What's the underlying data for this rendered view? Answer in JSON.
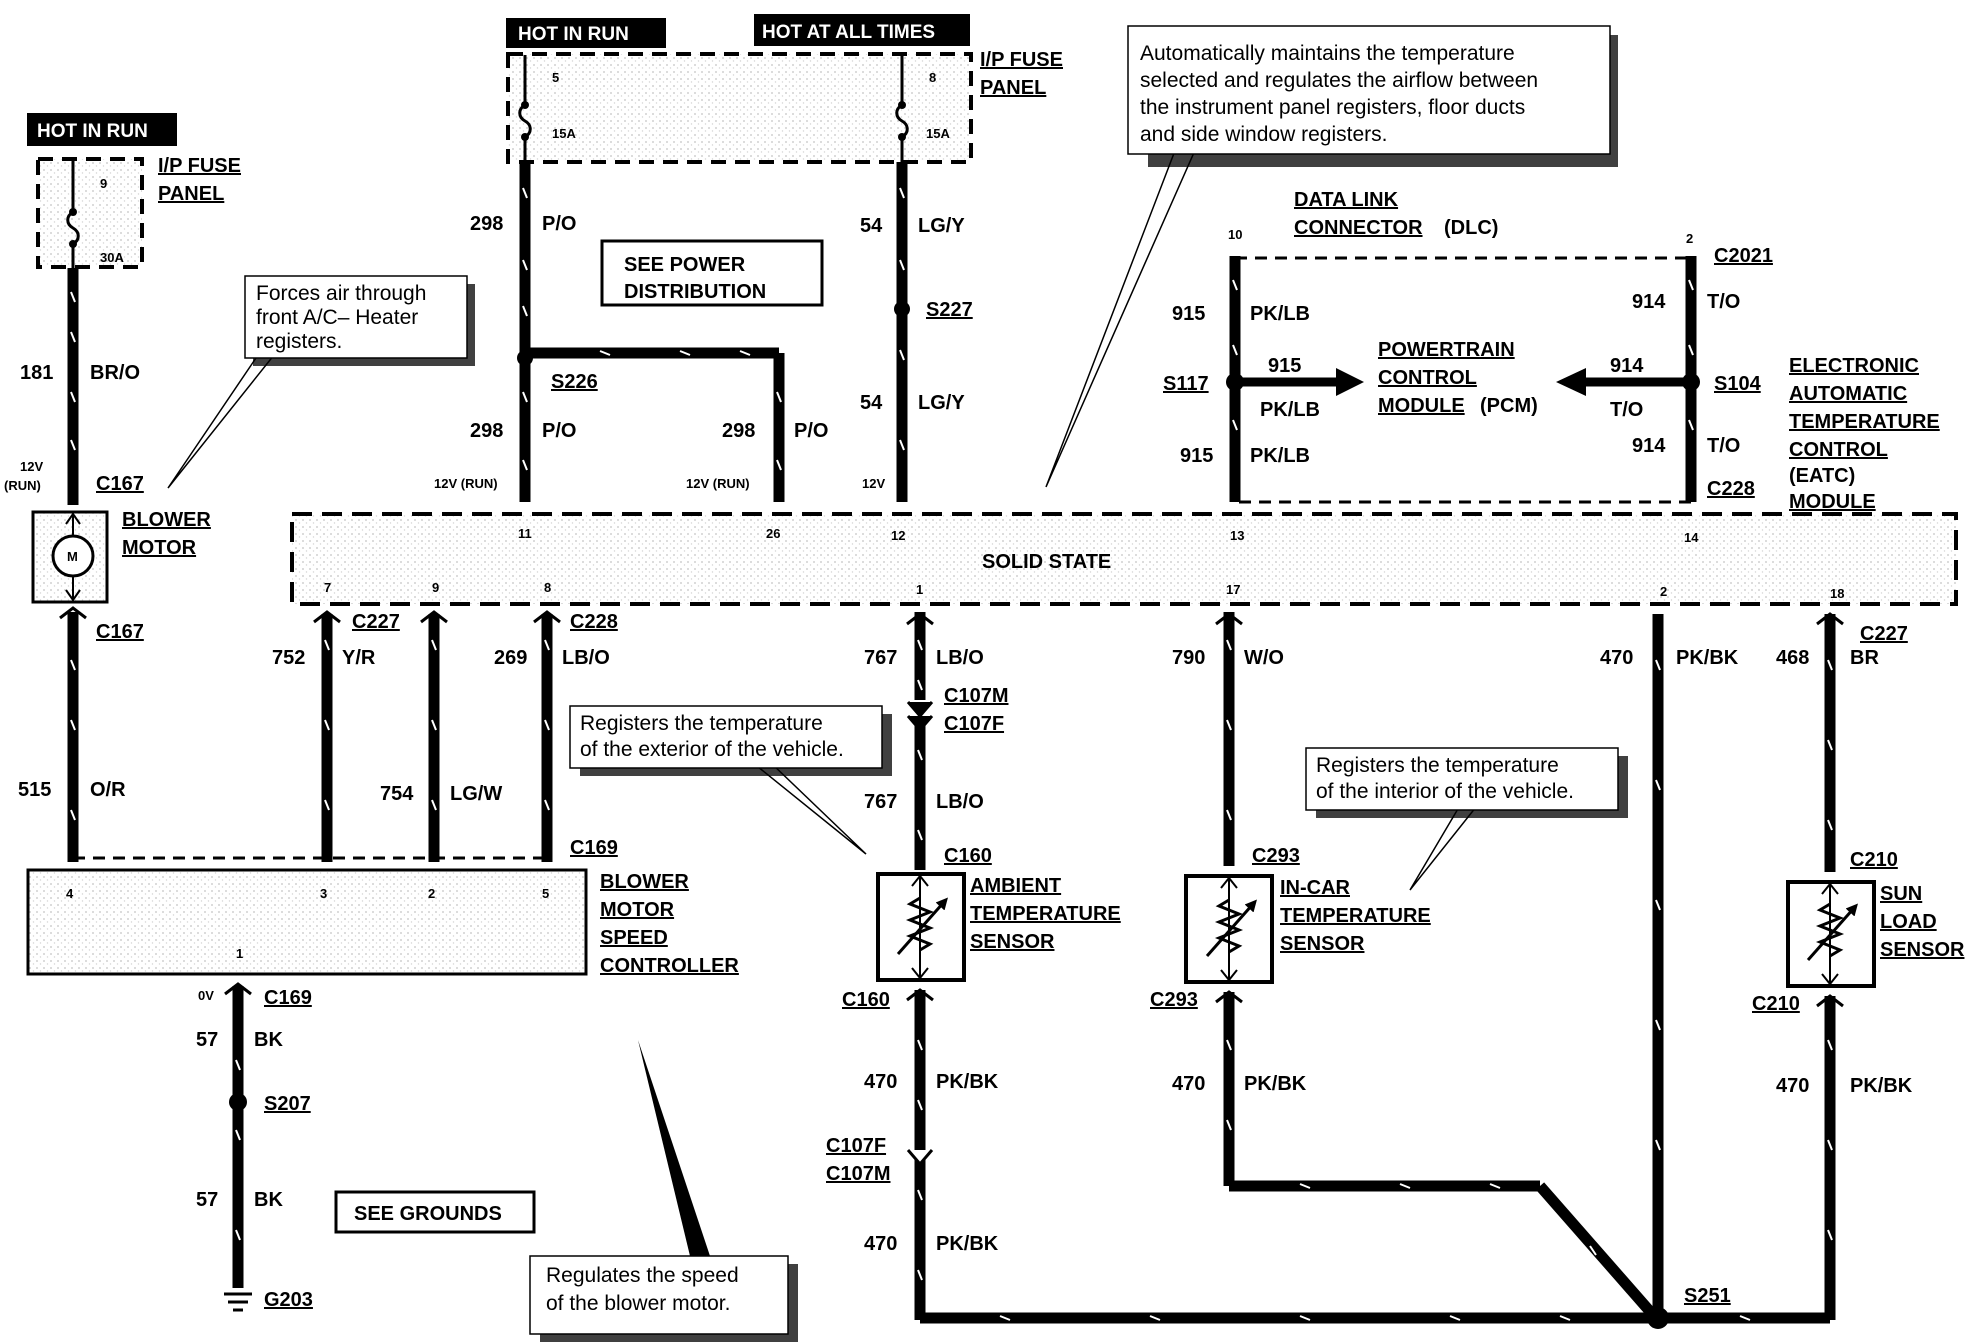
{
  "labels": {
    "hot_in_run_1": "HOT IN RUN",
    "hot_in_run_2": "HOT IN RUN",
    "hot_at_all_times": "HOT AT ALL TIMES",
    "ip_fuse_panel_1": "I/P FUSE",
    "ip_fuse_panel_1b": "PANEL",
    "ip_fuse_panel_2": "I/P FUSE",
    "ip_fuse_panel_2b": "PANEL",
    "see_power_1": "SEE POWER",
    "see_power_2": "DISTRIBUTION",
    "see_grounds": "SEE GROUNDS",
    "solid_state": "SOLID STATE",
    "dlc_1": "DATA LINK",
    "dlc_2": "CONNECTOR",
    "dlc_3": "(DLC)",
    "pcm_1": "POWERTRAIN",
    "pcm_2": "CONTROL",
    "pcm_3": "MODULE",
    "pcm_4": "(PCM)",
    "eatc_1": "ELECTRONIC",
    "eatc_2": "AUTOMATIC",
    "eatc_3": "TEMPERATURE",
    "eatc_4": "CONTROL",
    "eatc_5": "(EATC)",
    "eatc_6": "MODULE",
    "blower_motor_1": "BLOWER",
    "blower_motor_2": "MOTOR",
    "bmsc_1": "BLOWER",
    "bmsc_2": "MOTOR",
    "bmsc_3": "SPEED",
    "bmsc_4": "CONTROLLER",
    "ambient_1": "AMBIENT",
    "ambient_2": "TEMPERATURE",
    "ambient_3": "SENSOR",
    "incar_1": "IN-CAR",
    "incar_2": "TEMPERATURE",
    "incar_3": "SENSOR",
    "sunload_1": "SUN",
    "sunload_2": "LOAD",
    "sunload_3": "SENSOR",
    "motor_symbol": "M"
  },
  "callouts": {
    "top_1": "Automatically maintains the temperature",
    "top_2": "selected and regulates the airflow between",
    "top_3": "the instrument panel registers, floor ducts",
    "top_4": "and side window registers.",
    "blower_1": "Forces air through",
    "blower_2": "front A/C– Heater",
    "blower_3": "registers.",
    "ext_1": "Registers the temperature",
    "ext_2": "of the exterior of the vehicle.",
    "int_1": "Registers the temperature",
    "int_2": "of the interior of the vehicle.",
    "speed_1": "Regulates the speed",
    "speed_2": "of the blower motor."
  },
  "fuses": {
    "f9": "9",
    "f9_amps": "30A",
    "f5": "5",
    "f5_amps": "15A",
    "f8": "8",
    "f8_amps": "15A"
  },
  "connectors": {
    "c167a": "C167",
    "c167b": "C167",
    "c227a": "C227",
    "c227b": "C227",
    "c228a": "C228",
    "c228b": "C228",
    "c169a": "C169",
    "c169b": "C169",
    "c2021": "C2021",
    "c107m_1": "C107M",
    "c107f_1": "C107F",
    "c107f_2": "C107F",
    "c107m_2": "C107M",
    "c160a": "C160",
    "c160b": "C160",
    "c293a": "C293",
    "c293b": "C293",
    "c210a": "C210",
    "c210b": "C210"
  },
  "splices": {
    "s226": "S226",
    "s227": "S227",
    "s117": "S117",
    "s104": "S104",
    "s207": "S207",
    "s251": "S251",
    "g203": "G203"
  },
  "circuits": {
    "c181": "181",
    "c181_col": "BR/O",
    "c298a": "298",
    "c298a_col": "P/O",
    "c298b": "298",
    "c298b_col": "P/O",
    "c298c": "298",
    "c298c_col": "P/O",
    "c54a": "54",
    "c54a_col": "LG/Y",
    "c54b": "54",
    "c54b_col": "LG/Y",
    "c915a": "915",
    "c915a_col": "PK/LB",
    "c915b": "915",
    "c915b_col": "PK/LB",
    "c915c": "915",
    "c915c_col": "PK/LB",
    "c914a": "914",
    "c914a_col": "T/O",
    "c914b": "914",
    "c914b_col": "T/O",
    "c914c": "914",
    "c914c_col": "T/O",
    "c515": "515",
    "c515_col": "O/R",
    "c752": "752",
    "c752_col": "Y/R",
    "c754": "754",
    "c754_col": "LG/W",
    "c269": "269",
    "c269_col": "LB/O",
    "c767a": "767",
    "c767a_col": "LB/O",
    "c767b": "767",
    "c767b_col": "LB/O",
    "c790": "790",
    "c790_col": "W/O",
    "c470a": "470",
    "c470a_col": "PK/BK",
    "c468": "468",
    "c468_col": "BR",
    "c470b": "470",
    "c470b_col": "PK/BK",
    "c470c": "470",
    "c470c_col": "PK/BK",
    "c470d": "470",
    "c470d_col": "PK/BK",
    "c470e": "470",
    "c470e_col": "PK/BK",
    "c57a": "57",
    "c57a_col": "BK",
    "c57b": "57",
    "c57b_col": "BK"
  },
  "voltages": {
    "v_blower": "12V",
    "v_blower_run": "(RUN)",
    "v_pin11": "12V (RUN)",
    "v_pin26": "12V (RUN)",
    "v_pin12": "12V",
    "v_0v": "0V"
  },
  "pins": {
    "p10": "10",
    "p2_dlc": "2",
    "p11": "11",
    "p26": "26",
    "p12": "12",
    "p13": "13",
    "p14": "14",
    "p7": "7",
    "p9": "9",
    "p8": "8",
    "p1": "1",
    "p17": "17",
    "p2": "2",
    "p18": "18",
    "b4": "4",
    "b3": "3",
    "b2": "2",
    "b5": "5",
    "b1": "1"
  }
}
